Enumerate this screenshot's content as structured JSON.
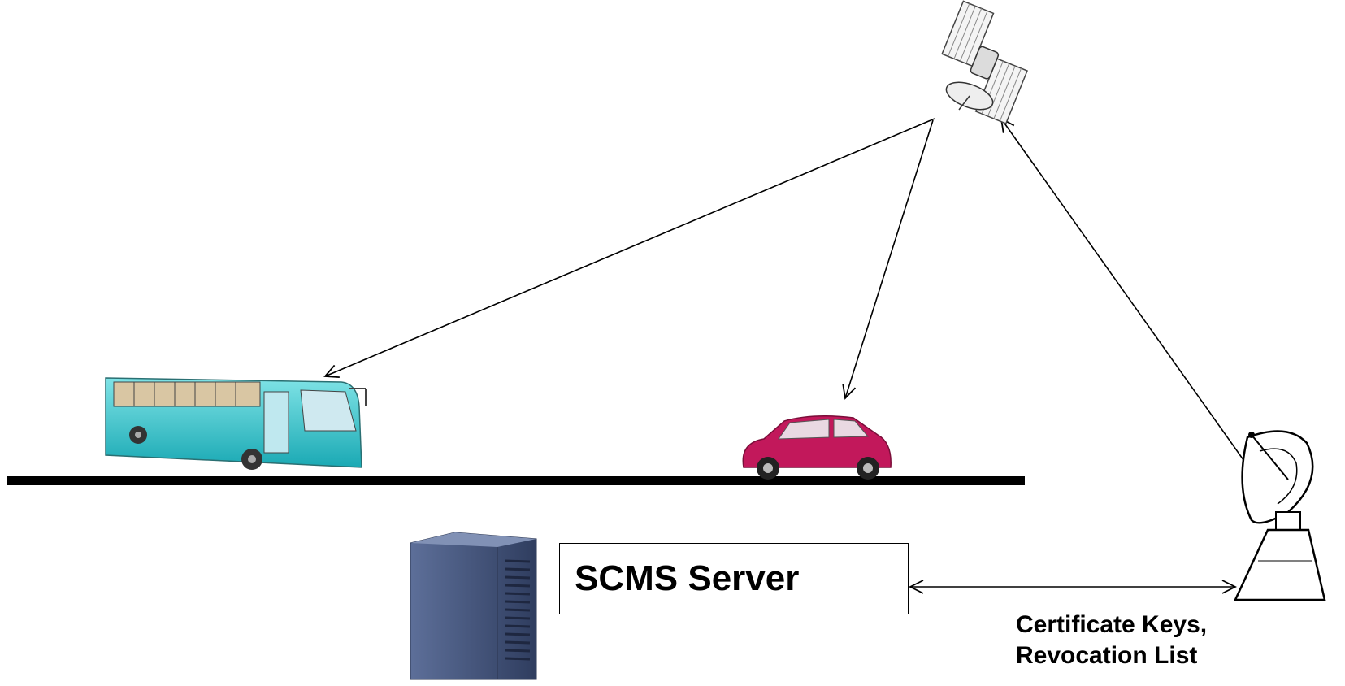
{
  "server": {
    "label": "SCMS Server"
  },
  "link": {
    "line1": "Certificate Keys,",
    "line2": "Revocation List"
  },
  "colors": {
    "bus": "#35c7c9",
    "car": "#c2185b",
    "server": "#3f5078",
    "road": "#000000"
  },
  "icons": [
    "satellite-icon",
    "bus-icon",
    "car-icon",
    "server-icon",
    "satellite-dish-icon"
  ]
}
